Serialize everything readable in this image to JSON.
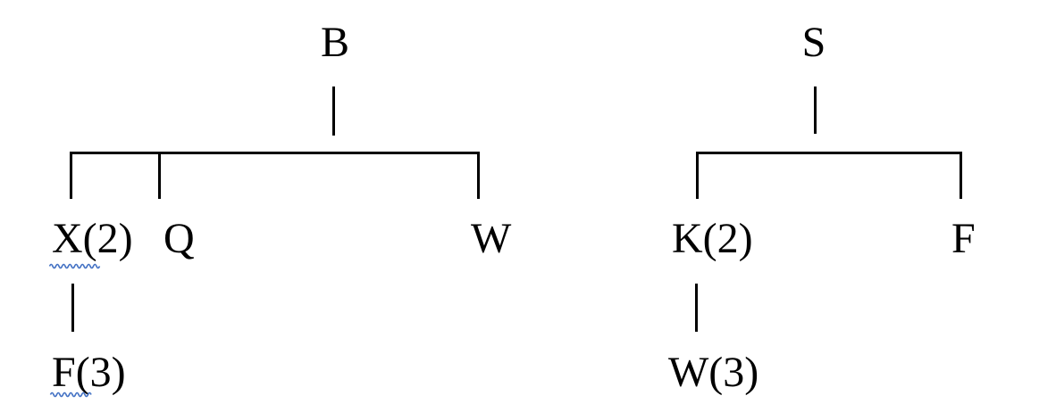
{
  "document": {
    "background_color": "#ffffff",
    "text_color": "#000000",
    "description": "Two tree diagrams on a white page"
  },
  "colors": {
    "line": "#000000",
    "squiggle": "#4472C4"
  },
  "trees": [
    {
      "id": "left",
      "root": "B",
      "children": [
        {
          "label": "X(2)",
          "grammar_squiggle": true,
          "children": [
            {
              "label": "F(3)",
              "grammar_squiggle": true
            }
          ]
        },
        {
          "label": "Q",
          "grammar_squiggle": false
        },
        {
          "label": "W",
          "grammar_squiggle": false
        }
      ]
    },
    {
      "id": "right",
      "root": "S",
      "children": [
        {
          "label": "K(2)",
          "grammar_squiggle": false,
          "children": [
            {
              "label": "W(3)",
              "grammar_squiggle": false
            }
          ]
        },
        {
          "label": "F",
          "grammar_squiggle": false
        }
      ]
    }
  ]
}
